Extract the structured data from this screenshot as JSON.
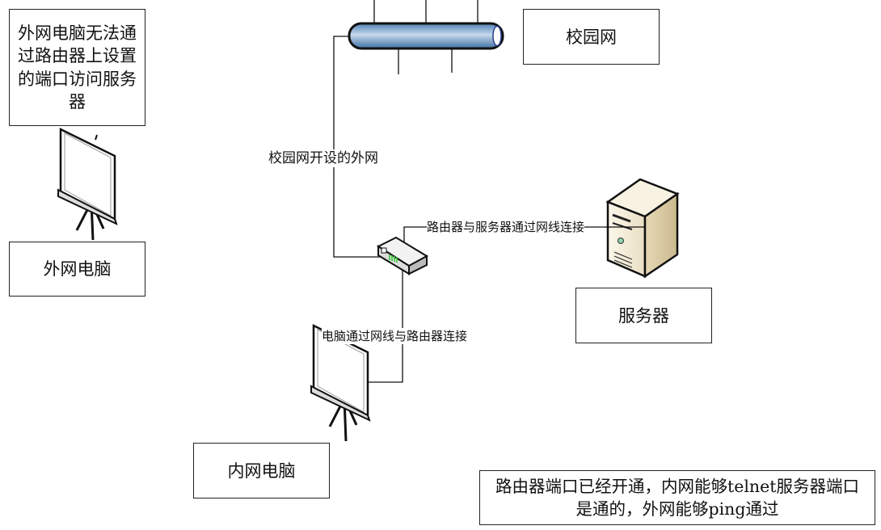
{
  "nodes": {
    "campus_network_label": "校园网",
    "external_pc_label": "外网电脑",
    "internal_pc_label": "内网电脑",
    "server_label": "服务器",
    "problem_note": "外网电脑无法通过路由器上设置的端口访问服务器",
    "status_note": "路由器端口已经开通，内网能够telnet服务器端口是通的，外网能够ping通过"
  },
  "connections": {
    "campus_to_router": "校园网开设的外网",
    "router_to_server": "路由器与服务器通过网线连接",
    "pc_to_router": "电脑通过网线与路由器连接"
  },
  "icons": [
    "network-bus-icon",
    "projection-screen-icon",
    "router-icon",
    "server-tower-icon"
  ],
  "colors": {
    "bus_blue": "#8fb3d9",
    "server_beige": "#efe6cf",
    "router_led_green": "#33cc33"
  }
}
